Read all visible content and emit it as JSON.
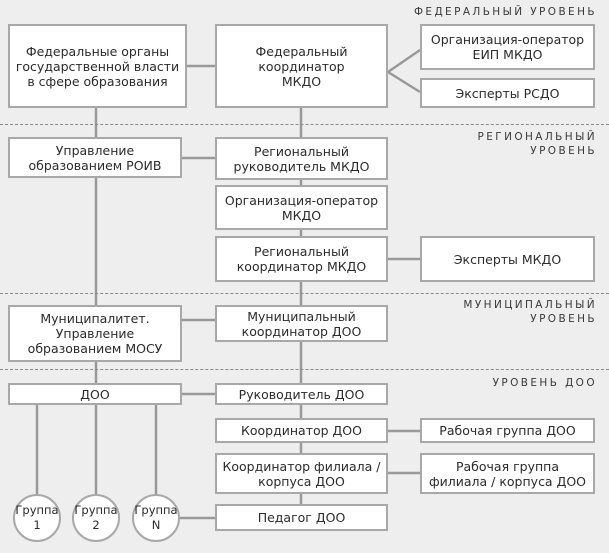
{
  "levels": {
    "federal": "ФЕДЕРАЛЬНЫЙ УРОВЕНЬ",
    "regional": "РЕГИОНАЛЬНЫЙ\nУРОВЕНЬ",
    "municipal": "МУНИЦИПАЛЬНЫЙ\nУРОВЕНЬ",
    "doo": "УРОВЕНЬ ДОО"
  },
  "federal": {
    "organs": "Федеральные органы\nгосударственной власти\nв сфере образования",
    "coordinator": "Федеральный\nкоординатор\nМКДО",
    "operator": "Организация-оператор\nЕИП МКДО",
    "experts": "Эксперты РСДО"
  },
  "regional": {
    "roiv": "Управление\nобразованием РОИВ",
    "leader": "Региональный\nруководитель МКДО",
    "operator": "Организация-оператор\nМКДО",
    "coordinator": "Региональный\nкоординатор МКДО",
    "experts": "Эксперты МКДО"
  },
  "municipal": {
    "mosu": "Муниципалитет.\nУправление\nобразованием МОСУ",
    "coordinator": "Муниципальный\nкоординатор ДОО"
  },
  "doo": {
    "doo": "ДОО",
    "head": "Руководитель ДОО",
    "coordinator": "Координатор ДОО",
    "workgroup": "Рабочая группа ДОО",
    "branch_coordinator": "Координатор филиала /\nкорпуса ДОО",
    "branch_workgroup": "Рабочая группа\nфилиала / корпуса ДОО",
    "teacher": "Педагог ДОО",
    "groups": [
      {
        "name": "Группа",
        "num": "1"
      },
      {
        "name": "Группа",
        "num": "2"
      },
      {
        "name": "Группа",
        "num": "N"
      }
    ]
  }
}
